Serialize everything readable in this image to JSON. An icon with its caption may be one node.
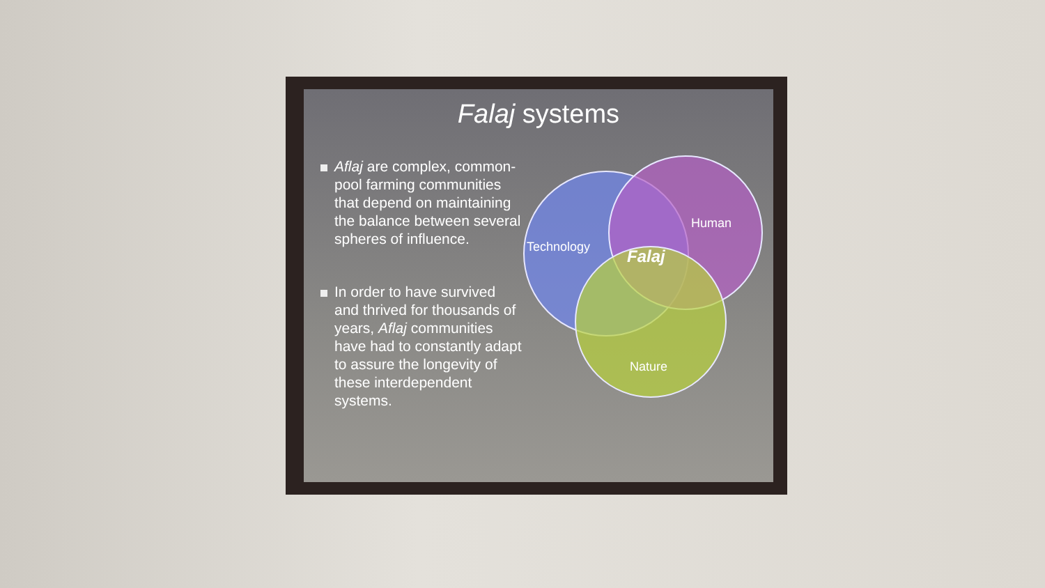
{
  "diagram": {
    "title": "*Falaj* systems",
    "nodes": [
      {
        "text": [
          "Technology"
        ]
      },
      {
        "text": [
          "Human"
        ]
      },
      {
        "text": [
          "Nature"
        ]
      }
    ],
    "edges": [],
    "labels": [
      "*Aflaj* are complex, common-pool farming communities that depend on maintaining the balance between several spheres of influence.",
      "In order to have survived and thrived for thousands of years, *Aflaj* communities have had to constantly adapt to assure the longevity of these interdependent systems.",
      "Falaj"
    ]
  }
}
